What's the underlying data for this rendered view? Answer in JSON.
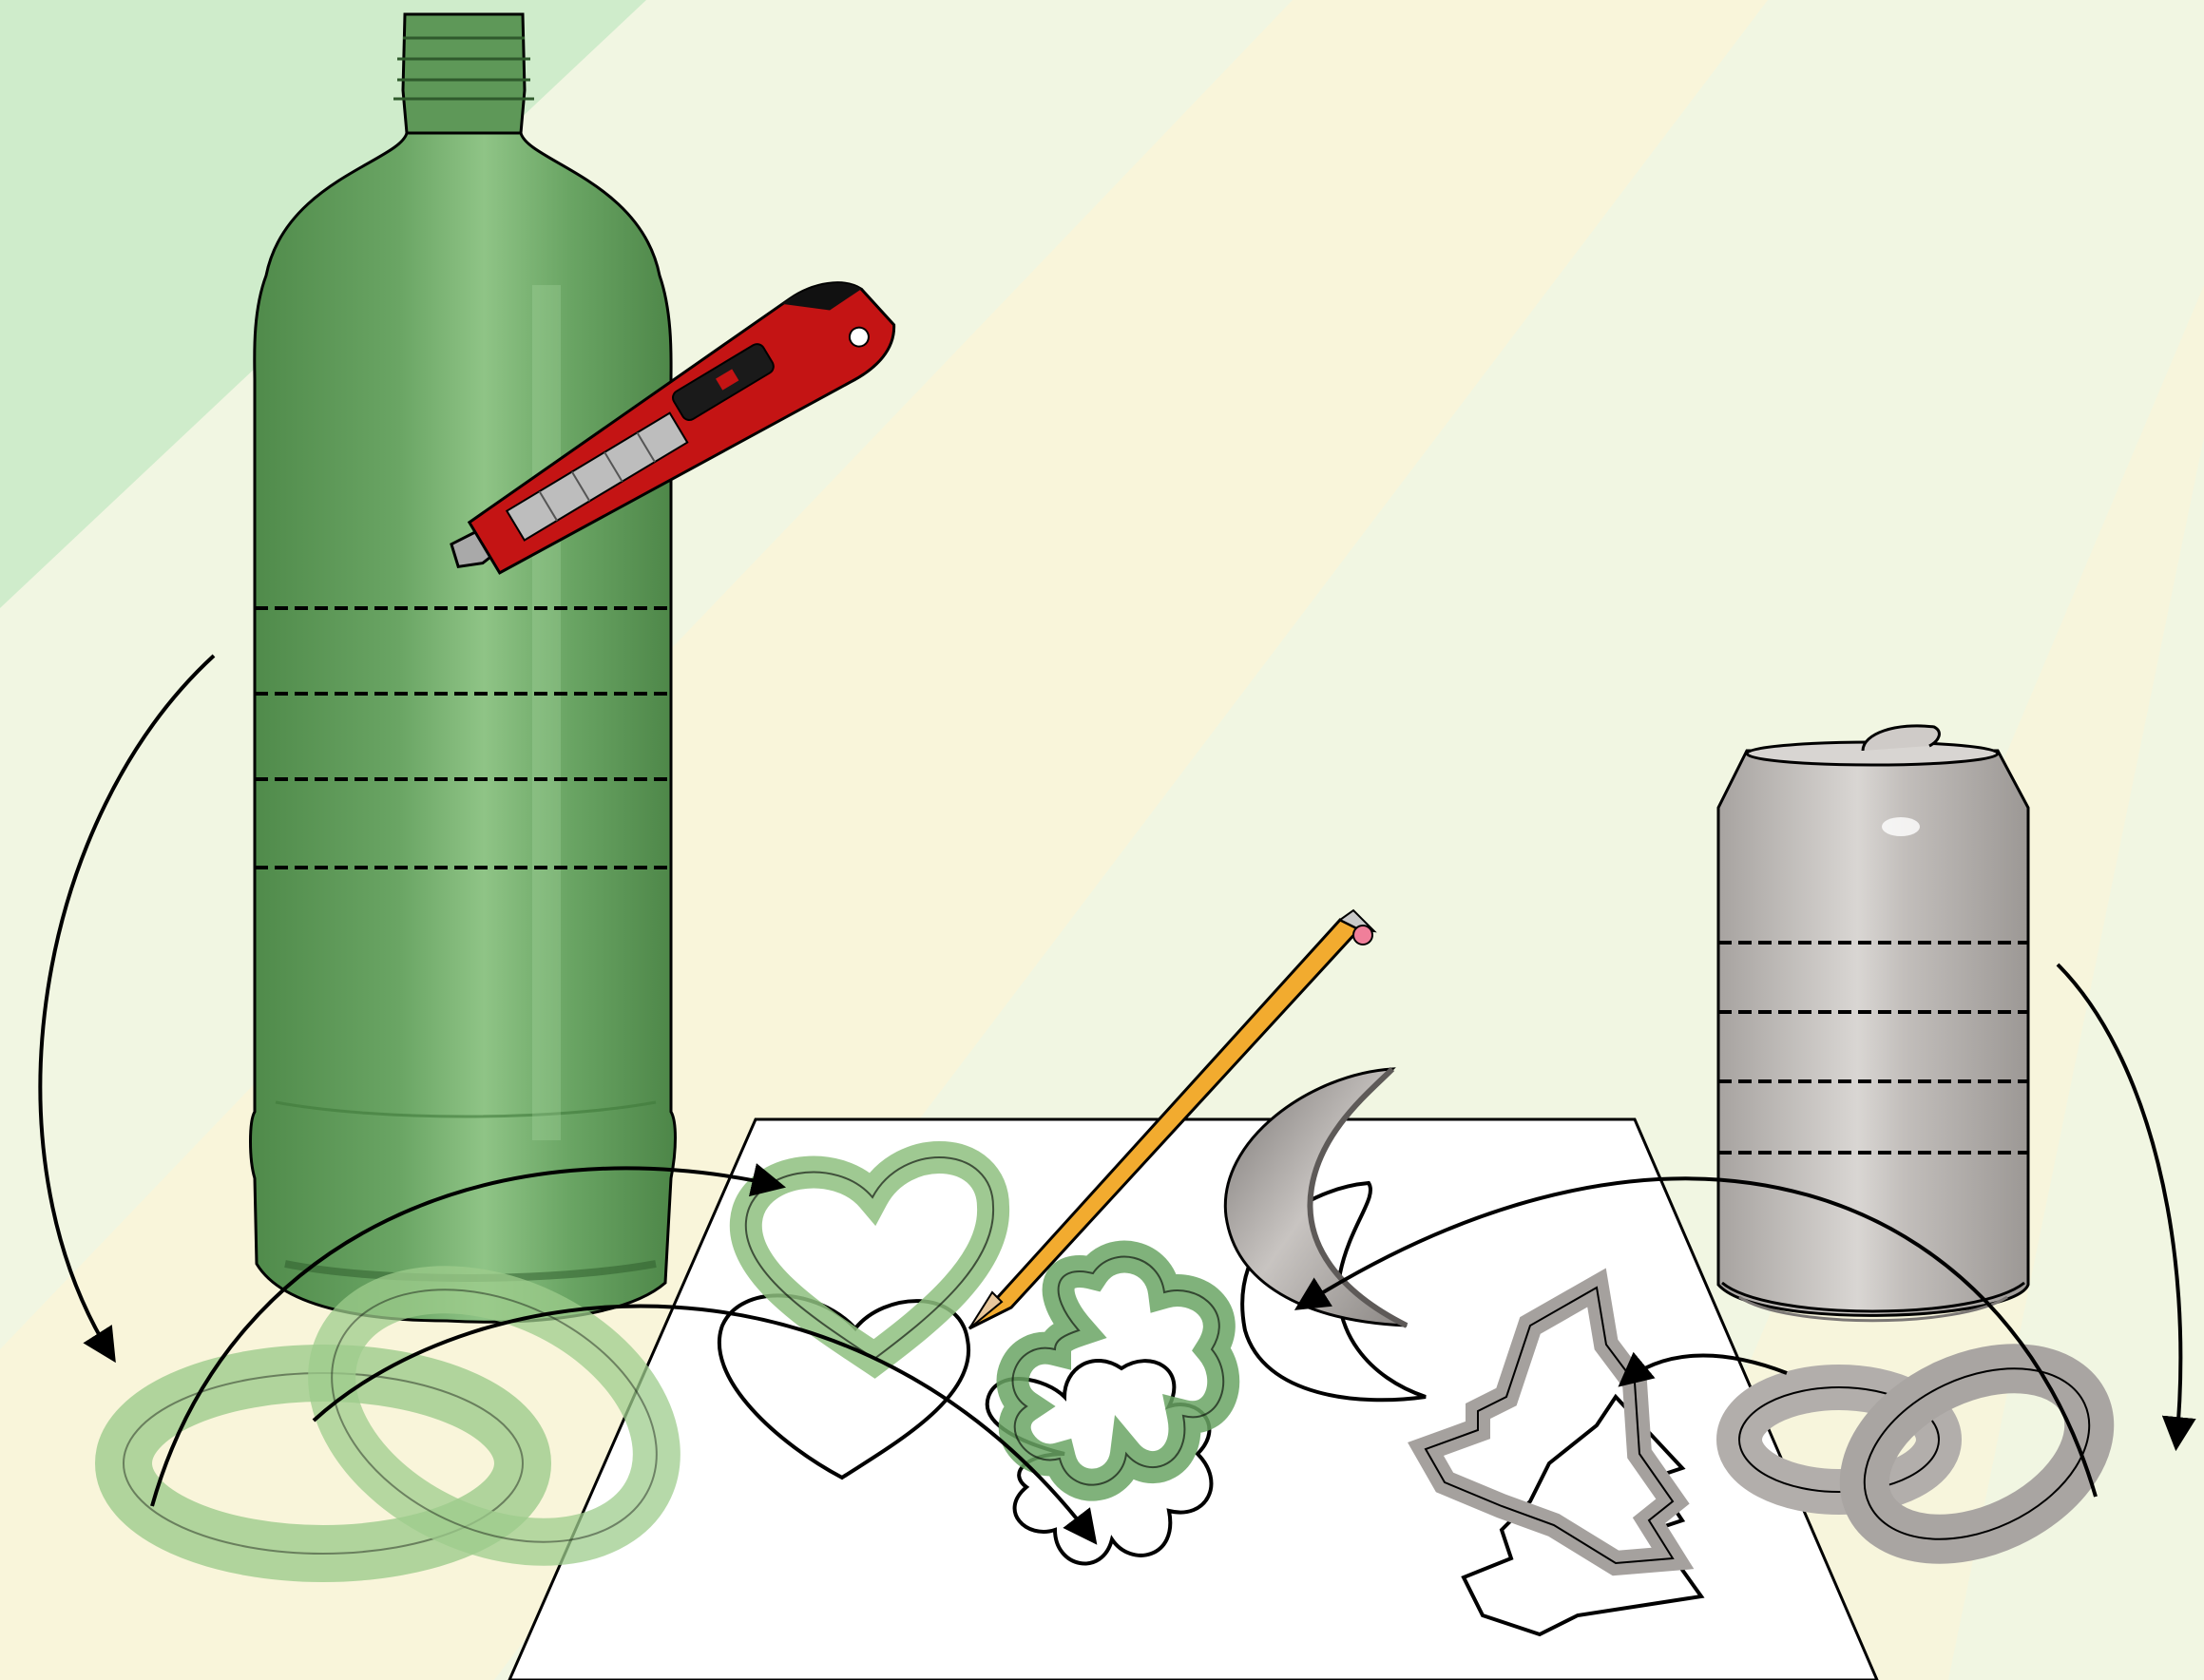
{
  "illustration": {
    "subject": "cookie-cutter-craft",
    "objects": [
      {
        "id": "plastic-bottle",
        "color": "#6aa564",
        "cut_lines": 4
      },
      {
        "id": "utility-knife",
        "color": "#c21212"
      },
      {
        "id": "aluminum-can",
        "color": "#bdbab8",
        "cut_lines": 4
      },
      {
        "id": "pencil",
        "color": "#f2ab2f"
      },
      {
        "id": "paper-sheet",
        "color": "#ffffff"
      },
      {
        "id": "green-heart-cutter",
        "shape": "heart"
      },
      {
        "id": "green-flower-cutter",
        "shape": "flower"
      },
      {
        "id": "metal-moon-cutter",
        "shape": "crescent"
      },
      {
        "id": "metal-tree-cutter",
        "shape": "tree"
      }
    ],
    "colors": {
      "background": "#f1f6e2",
      "band_green": "#cfeccb",
      "band_yellow": "#f9f5da",
      "bottle_plastic": "#6aa564",
      "plastic_strip": "#9dcc8c",
      "metal": "#b2aeab",
      "outline": "#000000"
    }
  }
}
